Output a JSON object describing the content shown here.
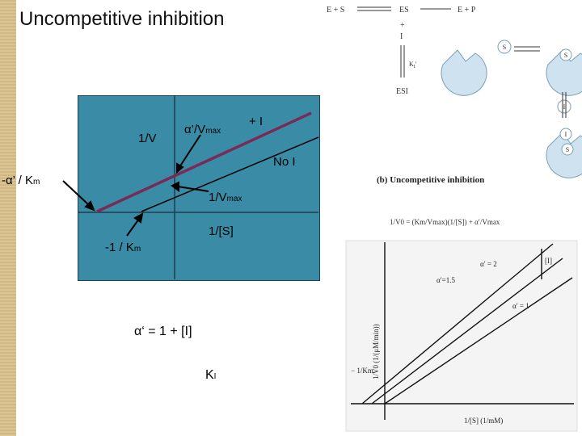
{
  "slide": {
    "title": "Uncompetitive inhibition"
  },
  "main_plot": {
    "y_axis_label": "1/V",
    "slope_label_prefix": "α’/V",
    "slope_label_sub": "max",
    "plus_i": "+ I",
    "no_i": "No I",
    "intercept_label_prefix": "1/V",
    "intercept_label_sub": "max",
    "neg_alpha_km_prefix": "-α’ / K",
    "neg_alpha_km_sub": "m",
    "x_axis_label": "1/[S]",
    "neg_km_prefix": "-1 / K",
    "neg_km_sub": "m",
    "colors": {
      "panel": "#3a8ca6",
      "inhibited_line": "#7a2a57",
      "uninhibited_line": "#000000"
    }
  },
  "formula": {
    "lhs": "α‘  =  1 + [I]",
    "denominator_prefix": "K",
    "denominator_sub": "I"
  },
  "reference": {
    "scheme_es": "E + S",
    "scheme_complex": "ES",
    "scheme_product": "E + P",
    "scheme_plus": "+",
    "scheme_i": "I",
    "scheme_ki": "K",
    "scheme_ki_sub": "I",
    "scheme_ki_prime": "′",
    "scheme_esi": "ESI",
    "token_s": "S",
    "token_i": "I",
    "caption": "(b) Uncompetitive inhibition",
    "equation": "1/V0 = (Km/Vmax)(1/[S]) + α′/Vmax",
    "plot_alpha_2": "α′ = 2",
    "plot_alpha_15": "α′=1.5",
    "plot_alpha_1": "α′ = 1",
    "plot_increasing_i": "[I]",
    "plot_neg_km": "− 1/Km",
    "plot_y_axis": "1/V0 (1/(μM/min))",
    "plot_x_axis": "1/[S] (1/mM)"
  }
}
